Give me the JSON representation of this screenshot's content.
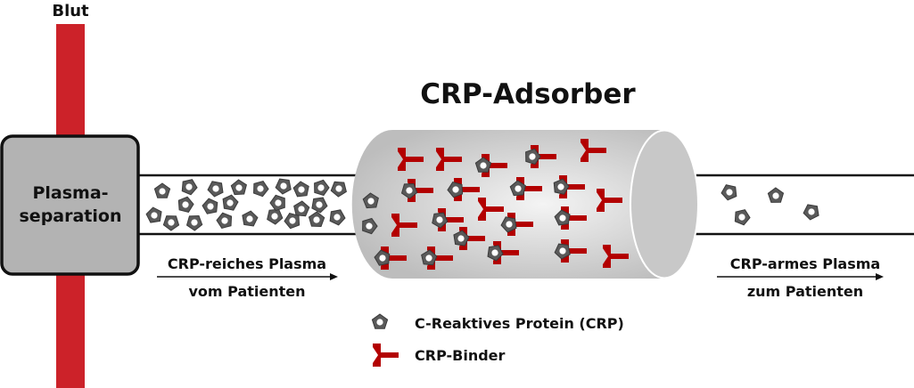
{
  "title": "CRP-Adsorber",
  "blood_label": "Blut",
  "separator": {
    "line1": "Plasma-",
    "line2": "separation"
  },
  "inflow": {
    "line1": "CRP-reiches Plasma",
    "line2": "vom Patienten"
  },
  "outflow": {
    "line1": "CRP-armes Plasma",
    "line2": "zum Patienten"
  },
  "legend": {
    "crp": {
      "icon": "pentagon-nut-icon",
      "label": "C-Reaktives Protein (CRP)"
    },
    "binder": {
      "icon": "binder-icon",
      "label": "CRP-Binder"
    }
  },
  "colors": {
    "blood": "#cc2229",
    "binder": "#b30000",
    "crp": "#5a5a5a",
    "box": "#b3b3b3"
  }
}
